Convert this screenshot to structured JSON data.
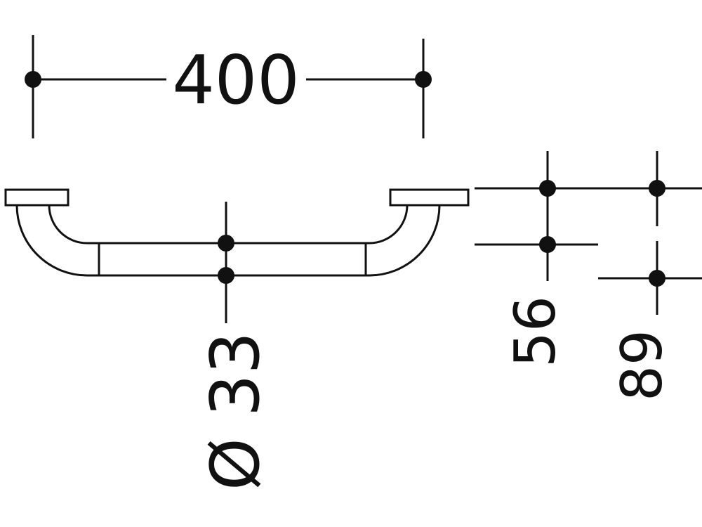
{
  "drawing": {
    "type": "technical-dimension-drawing",
    "subject": "grab-bar-side-view",
    "labels": {
      "length": "400",
      "diameter": "Ø 33",
      "offset_a": "56",
      "offset_b": "89"
    },
    "colors": {
      "ink": "#111111",
      "background": "#ffffff"
    }
  }
}
